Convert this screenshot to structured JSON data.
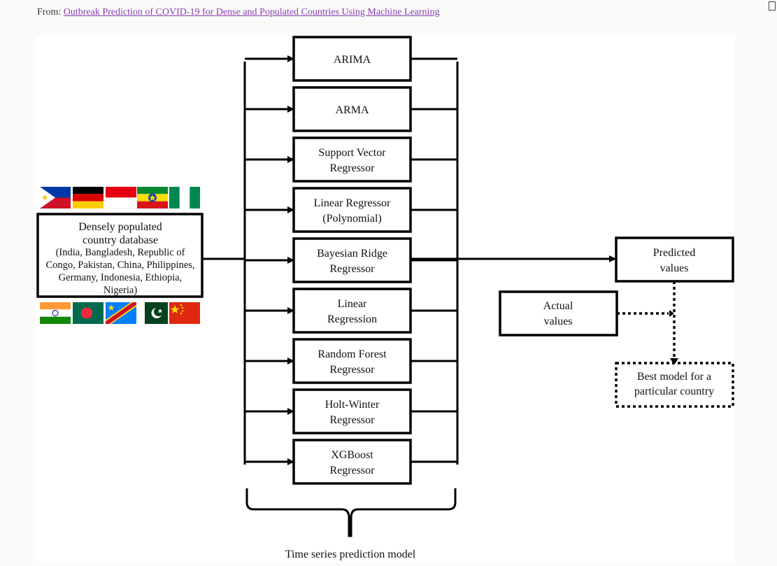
{
  "source": {
    "prefix": "From:",
    "link_text": "Outbreak Prediction of COVID-19 for Dense and Populated Countries Using Machine Learning"
  },
  "database": {
    "title_line1": "Densely populated",
    "title_line2": "country database",
    "countries_lines": [
      "(India, Bangladesh, Republic of",
      "Congo, Pakistan, China, Philippines,",
      "Germany, Indonesia, Ethiopia,",
      "Nigeria)"
    ]
  },
  "flags_top": [
    "philippines-flag",
    "germany-flag",
    "indonesia-flag",
    "ethiopia-flag",
    "nigeria-flag"
  ],
  "flags_bottom": [
    "india-flag",
    "bangladesh-flag",
    "congo-flag",
    "pakistan-flag",
    "china-flag"
  ],
  "models": [
    {
      "id": "arima",
      "lines": [
        "ARIMA"
      ]
    },
    {
      "id": "arma",
      "lines": [
        "ARMA"
      ]
    },
    {
      "id": "svr",
      "lines": [
        "Support Vector",
        "Regressor"
      ]
    },
    {
      "id": "linear-poly",
      "lines": [
        "Linear Regressor",
        "(Polynomial)"
      ]
    },
    {
      "id": "bayesian-ridge",
      "lines": [
        "Bayesian Ridge",
        "Regressor"
      ]
    },
    {
      "id": "linear-regression",
      "lines": [
        "Linear",
        "Regression"
      ]
    },
    {
      "id": "random-forest",
      "lines": [
        "Random Forest",
        "Regressor"
      ]
    },
    {
      "id": "holt-winter",
      "lines": [
        "Holt-Winter",
        "Regressor"
      ]
    },
    {
      "id": "xgboost",
      "lines": [
        "XGBoost",
        "Regressor"
      ]
    }
  ],
  "predicted": {
    "line1": "Predicted",
    "line2": "values"
  },
  "actual": {
    "line1": "Actual",
    "line2": "values"
  },
  "best_model": {
    "line1": "Best model for a",
    "line2": "particular country"
  },
  "brace_label": "Time series prediction model"
}
